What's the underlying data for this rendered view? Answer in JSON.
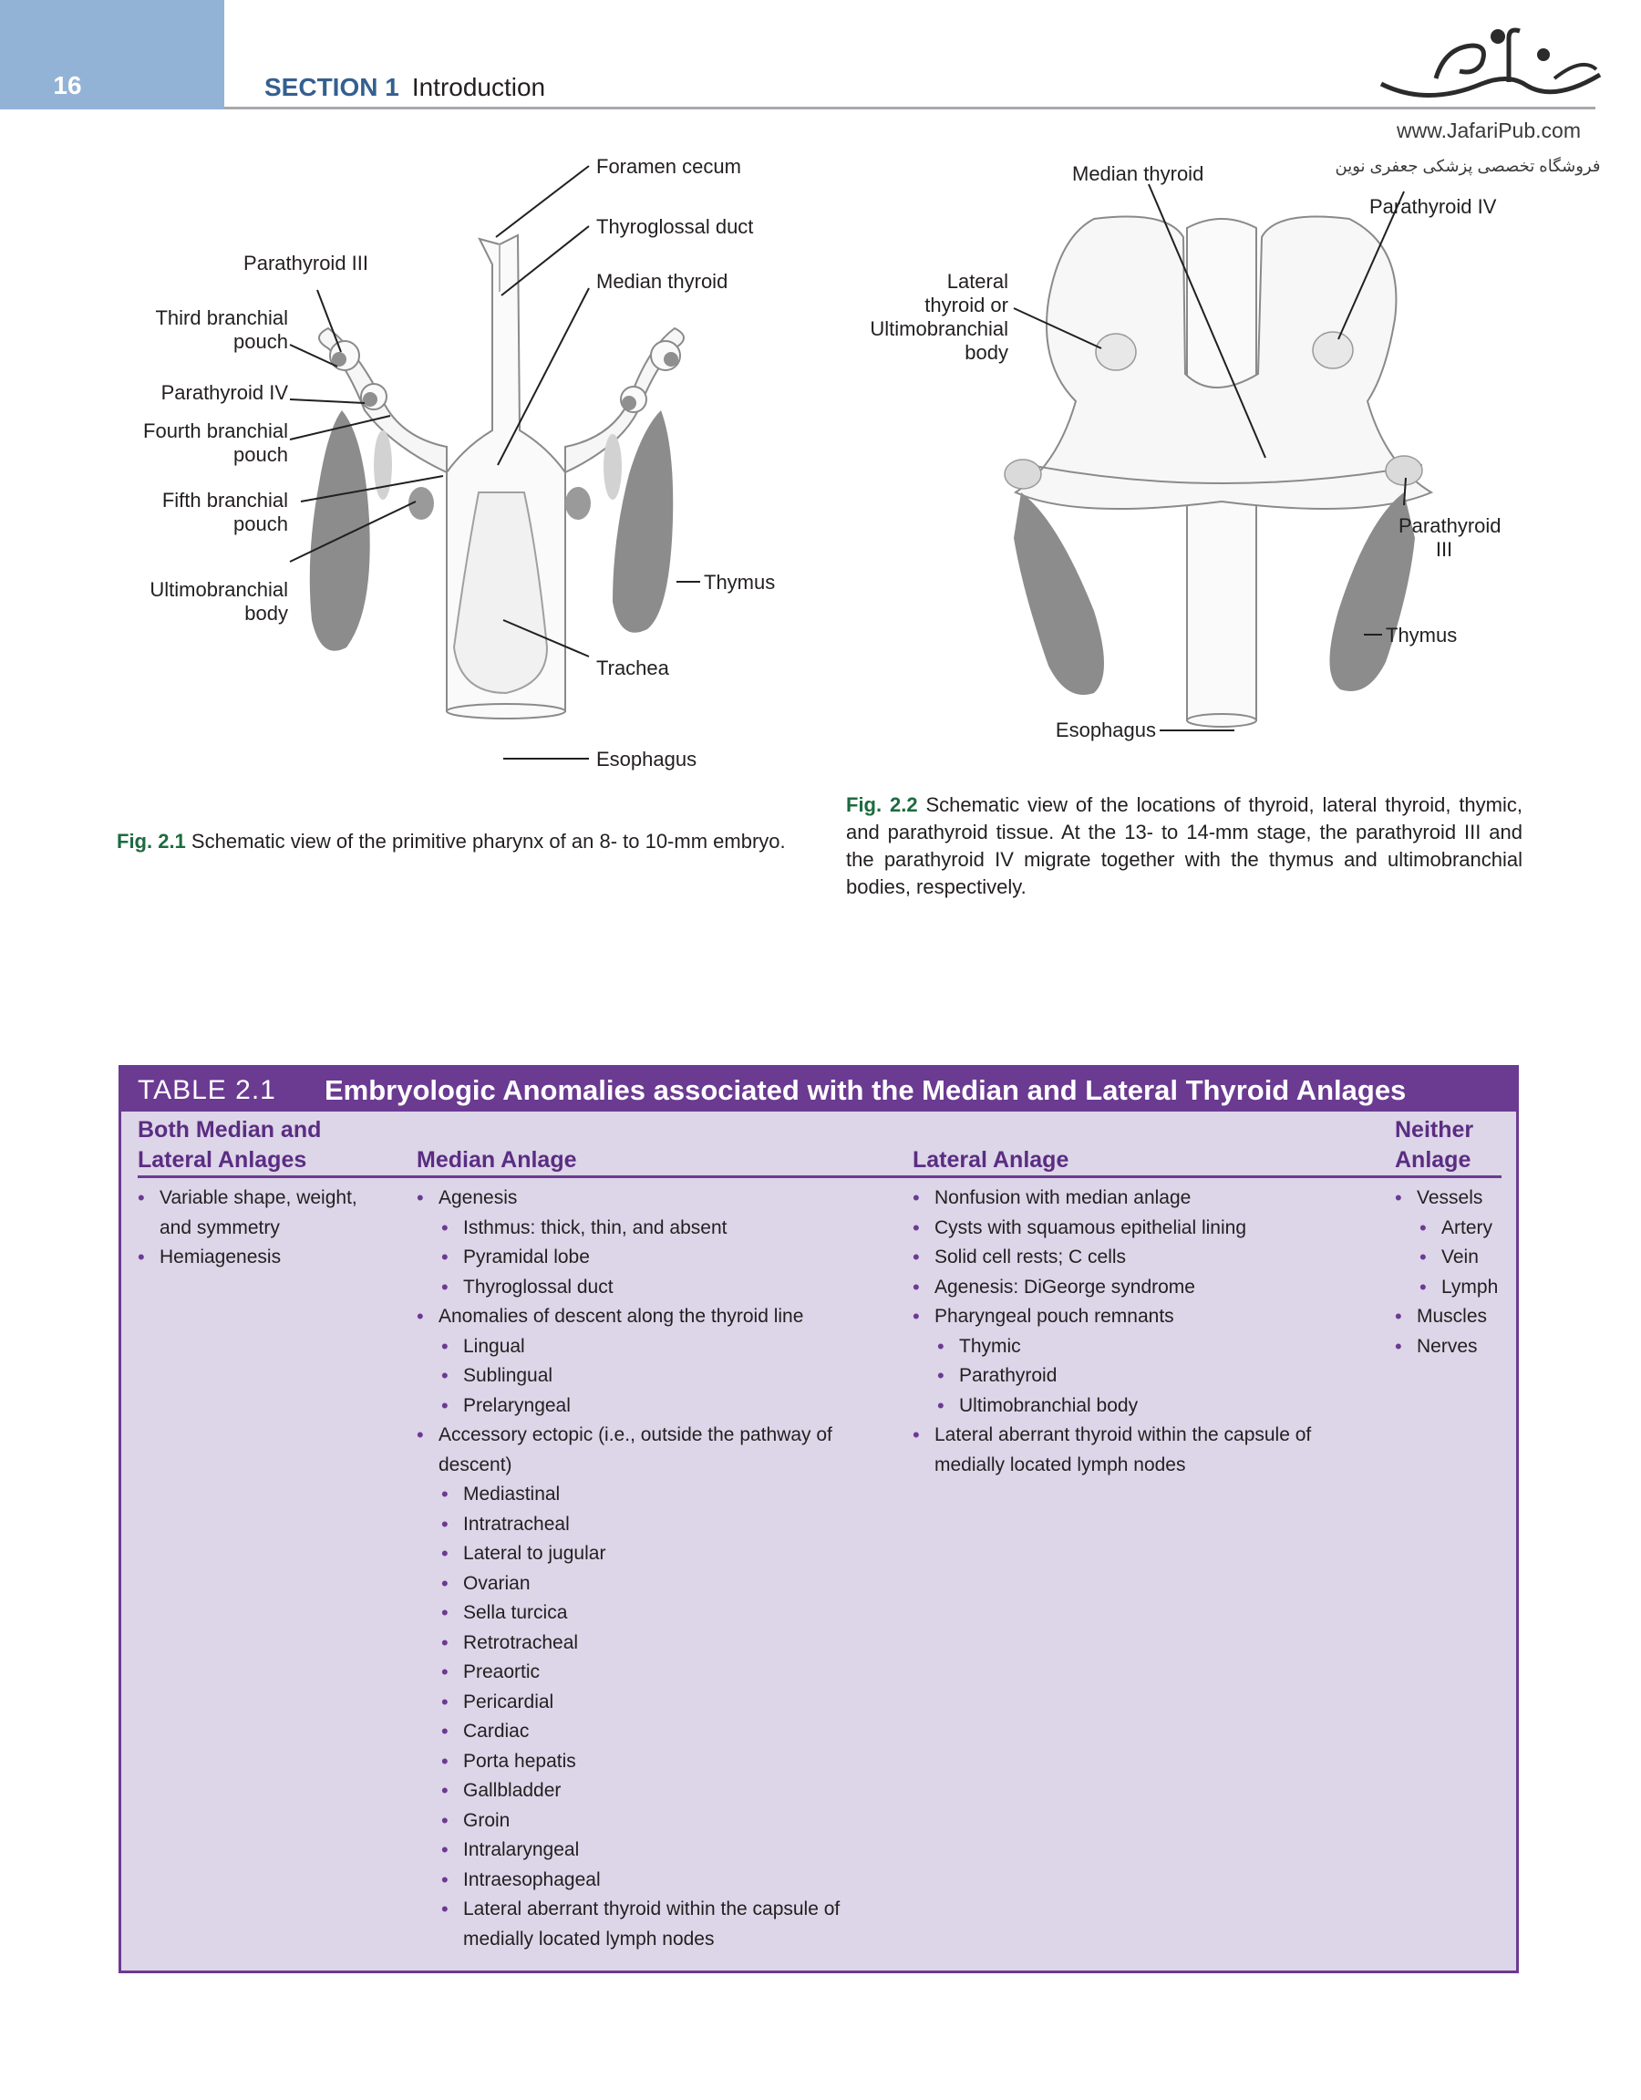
{
  "header": {
    "page_number": "16",
    "section_label": "SECTION 1",
    "section_title": "Introduction"
  },
  "logo": {
    "url": "www.JafariPub.com",
    "tagline": "فروشگاه تخصصی پزشکی جعفری نوین"
  },
  "figure1": {
    "labels": {
      "foramen_cecum": "Foramen cecum",
      "thyroglossal_duct": "Thyroglossal duct",
      "median_thyroid": "Median thyroid",
      "parathyroid_iii": "Parathyroid III",
      "third_pouch_1": "Third branchial",
      "third_pouch_2": "pouch",
      "parathyroid_iv": "Parathyroid IV",
      "fourth_pouch_1": "Fourth branchial",
      "fourth_pouch_2": "pouch",
      "fifth_pouch_1": "Fifth branchial",
      "fifth_pouch_2": "pouch",
      "ultimo_1": "Ultimobranchial",
      "ultimo_2": "body",
      "thymus": "Thymus",
      "trachea": "Trachea",
      "esophagus": "Esophagus"
    },
    "caption_no": "Fig. 2.1",
    "caption": "Schematic view of the primitive pharynx of an 8- to 10-mm embryo."
  },
  "figure2": {
    "labels": {
      "median_thyroid": "Median thyroid",
      "parathyroid_iv": "Parathyroid IV",
      "lateral_1": "Lateral",
      "lateral_2": "thyroid or",
      "lateral_3": "Ultimobranchial",
      "lateral_4": "body",
      "parathyroid_iii_1": "Parathyroid",
      "parathyroid_iii_2": "III",
      "thymus": "Thymus",
      "esophagus": "Esophagus"
    },
    "caption_no": "Fig. 2.2",
    "caption": "Schematic view of the locations of thyroid, lateral thyroid, thymic, and parathyroid tissue. At the 13- to 14-mm stage, the parathyroid III and the parathyroid IV migrate together with the thymus and ultimobranchial bodies, respectively."
  },
  "table": {
    "number": "TABLE 2.1",
    "title": "Embryologic Anomalies associated with the Median and Lateral Thyroid Anlages",
    "headers": {
      "both_1": "Both Median and",
      "both_2": "Lateral Anlages",
      "median": "Median Anlage",
      "lateral": "Lateral Anlage",
      "neither_1": "Neither",
      "neither_2": "Anlage"
    },
    "both": [
      {
        "text": "Variable shape, weight,",
        "level": 0
      },
      {
        "text": "and symmetry",
        "level": 9
      },
      {
        "text": "Hemiagenesis",
        "level": 0
      }
    ],
    "median": [
      {
        "text": "Agenesis",
        "level": 0
      },
      {
        "text": "Isthmus: thick, thin, and absent",
        "level": 1
      },
      {
        "text": "Pyramidal lobe",
        "level": 1
      },
      {
        "text": "Thyroglossal duct",
        "level": 1
      },
      {
        "text": "Anomalies of descent along the thyroid line",
        "level": 0
      },
      {
        "text": "Lingual",
        "level": 1
      },
      {
        "text": "Sublingual",
        "level": 1
      },
      {
        "text": "Prelaryngeal",
        "level": 1
      },
      {
        "text": "Accessory ectopic (i.e., outside the pathway of",
        "level": 0
      },
      {
        "text": "descent)",
        "level": 9
      },
      {
        "text": "Mediastinal",
        "level": 1
      },
      {
        "text": "Intratracheal",
        "level": 1
      },
      {
        "text": "Lateral to jugular",
        "level": 1
      },
      {
        "text": "Ovarian",
        "level": 1
      },
      {
        "text": "Sella turcica",
        "level": 1
      },
      {
        "text": "Retrotracheal",
        "level": 1
      },
      {
        "text": "Preaortic",
        "level": 1
      },
      {
        "text": "Pericardial",
        "level": 1
      },
      {
        "text": "Cardiac",
        "level": 1
      },
      {
        "text": "Porta hepatis",
        "level": 1
      },
      {
        "text": "Gallbladder",
        "level": 1
      },
      {
        "text": "Groin",
        "level": 1
      },
      {
        "text": "Intralaryngeal",
        "level": 1
      },
      {
        "text": "Intraesophageal",
        "level": 1
      },
      {
        "text": "Lateral aberrant thyroid within the capsule of",
        "level": 1
      },
      {
        "text": "medially located lymph nodes",
        "level": 8
      }
    ],
    "lateral": [
      {
        "text": "Nonfusion with median anlage",
        "level": 0
      },
      {
        "text": "Cysts with squamous epithelial lining",
        "level": 0
      },
      {
        "text": "Solid cell rests; C cells",
        "level": 0
      },
      {
        "text": "Agenesis: DiGeorge syndrome",
        "level": 0
      },
      {
        "text": "Pharyngeal pouch remnants",
        "level": 0
      },
      {
        "text": "Thymic",
        "level": 1
      },
      {
        "text": "Parathyroid",
        "level": 1
      },
      {
        "text": "Ultimobranchial body",
        "level": 1
      },
      {
        "text": "Lateral aberrant thyroid within the capsule of",
        "level": 0
      },
      {
        "text": "medially located lymph nodes",
        "level": 9
      }
    ],
    "neither": [
      {
        "text": "Vessels",
        "level": 0
      },
      {
        "text": "Artery",
        "level": 1
      },
      {
        "text": "Vein",
        "level": 1
      },
      {
        "text": "Lymph",
        "level": 1
      },
      {
        "text": "Muscles",
        "level": 0
      },
      {
        "text": "Nerves",
        "level": 0
      }
    ]
  }
}
